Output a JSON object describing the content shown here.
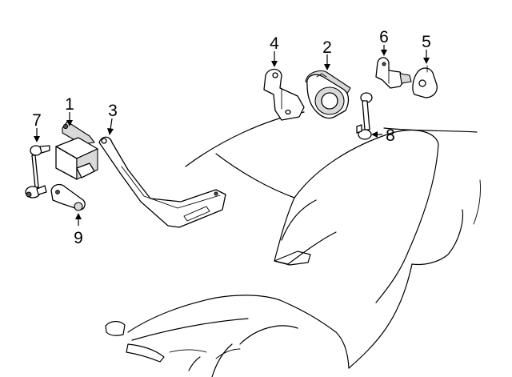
{
  "callouts": [
    {
      "id": "1",
      "label": "1"
    },
    {
      "id": "2",
      "label": "2"
    },
    {
      "id": "3",
      "label": "3"
    },
    {
      "id": "4",
      "label": "4"
    },
    {
      "id": "5",
      "label": "5"
    },
    {
      "id": "6",
      "label": "6"
    },
    {
      "id": "7",
      "label": "7"
    },
    {
      "id": "8",
      "label": "8"
    },
    {
      "id": "9",
      "label": "9"
    }
  ],
  "colors": {
    "ink": "#000000",
    "paper": "#ffffff",
    "shade": "#d9d9d9"
  },
  "icons": [
    "headlamp-level-sensor-icon",
    "level-motor-icon",
    "sensor-bracket-icon",
    "sensor-linkage-rod-icon",
    "car-outline-icon"
  ]
}
